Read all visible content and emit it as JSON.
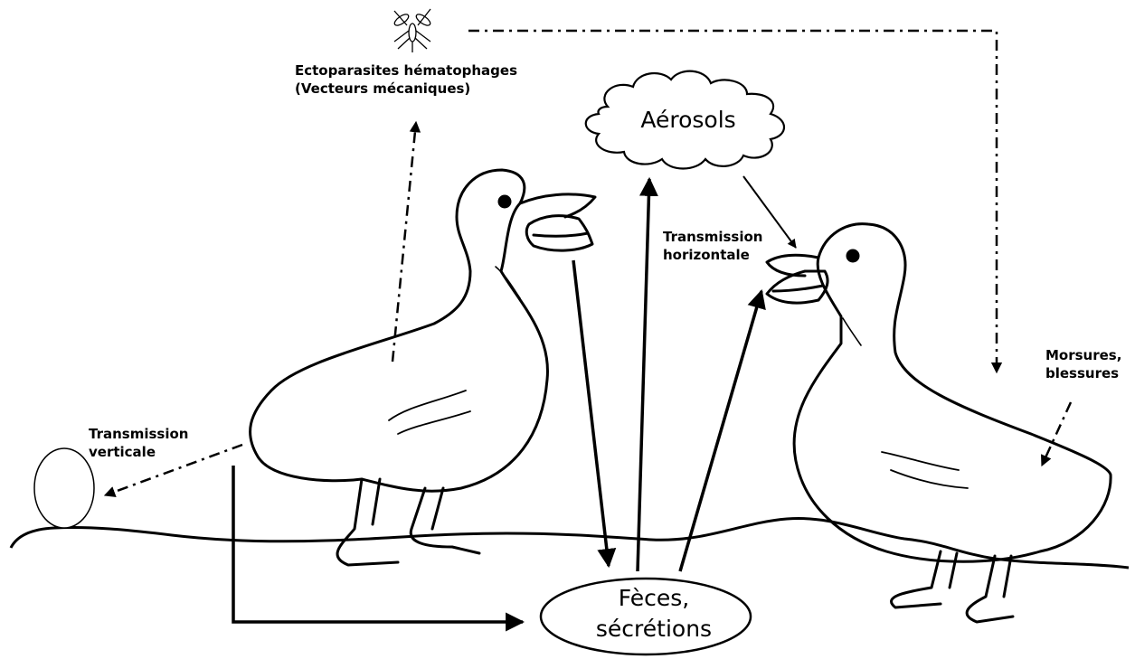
{
  "labels": {
    "ectoparasites_line1": "Ectoparasites hématophages",
    "ectoparasites_line2": "(Vecteurs mécaniques)",
    "aerosols": "Aérosols",
    "transmission_horizontale_line1": "Transmission",
    "transmission_horizontale_line2": "horizontale",
    "transmission_verticale_line1": "Transmission",
    "transmission_verticale_line2": "verticale",
    "morsures_line1": "Morsures,",
    "morsures_line2": "blessures",
    "feces_line1": "Fèces,",
    "feces_line2": "sécrétions"
  },
  "icons": {
    "vector": "mosquito-icon",
    "egg": "egg-icon",
    "cloud": "cloud-shape",
    "duck_left": "duck-left-illustration",
    "duck_right": "duck-right-illustration"
  },
  "colors": {
    "ink": "#000000",
    "background": "#ffffff"
  }
}
